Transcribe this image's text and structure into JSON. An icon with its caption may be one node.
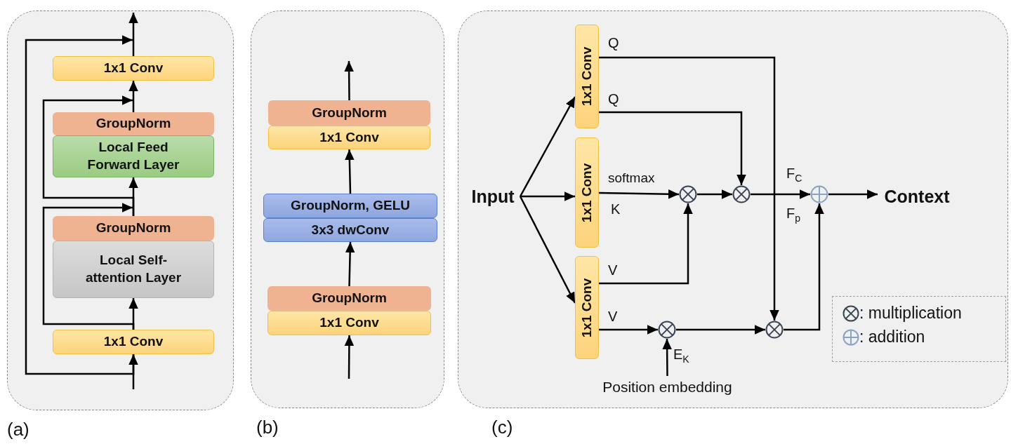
{
  "diagram": {
    "nodes": [
      {
        "text": [
          "(a)"
        ]
      },
      {
        "text": [
          "1x1 Conv"
        ],
        "in": 0
      },
      {
        "text": [
          "GroupNorm"
        ],
        "in": 0
      },
      {
        "text": [
          "Local Feed Forward Layer"
        ],
        "in": 0
      },
      {
        "text": [
          "GroupNorm"
        ],
        "in": 0
      },
      {
        "text": [
          "Local Self-attention Layer"
        ],
        "in": 0
      },
      {
        "text": [
          "1x1 Conv"
        ],
        "in": 0
      },
      {
        "text": [
          "(b)"
        ]
      },
      {
        "text": [
          "GroupNorm"
        ],
        "in": 7
      },
      {
        "text": [
          "1x1 Conv"
        ],
        "in": 7
      },
      {
        "text": [
          "GroupNorm, GELU"
        ],
        "in": 7
      },
      {
        "text": [
          "3x3 dwConv"
        ],
        "in": 7
      },
      {
        "text": [
          "GroupNorm"
        ],
        "in": 7
      },
      {
        "text": [
          "1x1 Conv"
        ],
        "in": 7
      },
      {
        "text": [
          "(c)"
        ]
      },
      {
        "text": [
          "Input"
        ],
        "in": 14
      },
      {
        "text": [
          "1x1 Conv"
        ],
        "in": 14
      },
      {
        "text": [
          "1x1 Conv"
        ],
        "in": 14
      },
      {
        "text": [
          "1x1 Conv"
        ],
        "in": 14
      },
      {
        "text": [],
        "shape": "circle",
        "in": 14
      },
      {
        "text": [],
        "shape": "circle",
        "in": 14
      },
      {
        "text": [],
        "shape": "circle",
        "in": 14
      },
      {
        "text": [],
        "shape": "circle",
        "in": 14
      },
      {
        "text": [],
        "shape": "circle",
        "in": 14
      },
      {
        "text": [
          "Context"
        ],
        "in": 14
      },
      {
        "text": [
          "Position embedding"
        ],
        "in": 14
      }
    ],
    "edges": [
      {
        "from": null,
        "to": 6,
        "arrow": "to"
      },
      {
        "from": 6,
        "to": 5,
        "arrow": "to"
      },
      {
        "from": 4,
        "to": 3,
        "arrow": "to"
      },
      {
        "from": 2,
        "to": 1,
        "arrow": "to"
      },
      {
        "from": 1,
        "to": null,
        "arrow": "to"
      },
      {
        "from": 6,
        "to": 1,
        "arrow": "to"
      },
      {
        "from": 6,
        "to": 4,
        "arrow": "to"
      },
      {
        "from": 4,
        "to": 2,
        "arrow": "to"
      },
      {
        "from": null,
        "to": 13,
        "arrow": "to"
      },
      {
        "from": 12,
        "to": 11,
        "arrow": "to"
      },
      {
        "from": 10,
        "to": 9,
        "arrow": "to"
      },
      {
        "from": 8,
        "to": null,
        "arrow": "to"
      },
      {
        "from": 15,
        "to": 16,
        "arrow": "to"
      },
      {
        "from": 15,
        "to": 17,
        "arrow": "to"
      },
      {
        "from": 15,
        "to": 18,
        "arrow": "to"
      },
      {
        "from": 16,
        "to": 22,
        "arrow": "to",
        "label": "Q"
      },
      {
        "from": 16,
        "to": 20,
        "arrow": "to",
        "label": "Q"
      },
      {
        "from": 17,
        "to": 19,
        "arrow": "to",
        "label": "K"
      },
      {
        "from": 18,
        "to": 19,
        "arrow": "to",
        "label": "V"
      },
      {
        "from": 18,
        "to": 21,
        "arrow": "to",
        "label": "V"
      },
      {
        "from": 19,
        "to": 20,
        "arrow": "to"
      },
      {
        "from": 20,
        "to": 23,
        "arrow": "to",
        "label": "F$_{C}$"
      },
      {
        "from": 21,
        "to": 22,
        "arrow": "to"
      },
      {
        "from": 22,
        "to": 23,
        "arrow": "to",
        "label": "F$_{p}$"
      },
      {
        "from": 23,
        "to": 24,
        "arrow": "to"
      },
      {
        "from": 25,
        "to": 21,
        "arrow": "to",
        "label": "E$_{K}$"
      }
    ],
    "labels": [
      "softmax"
    ],
    "legend": [
      {
        "text": ": multiplication"
      },
      {
        "text": ": addition"
      }
    ]
  }
}
